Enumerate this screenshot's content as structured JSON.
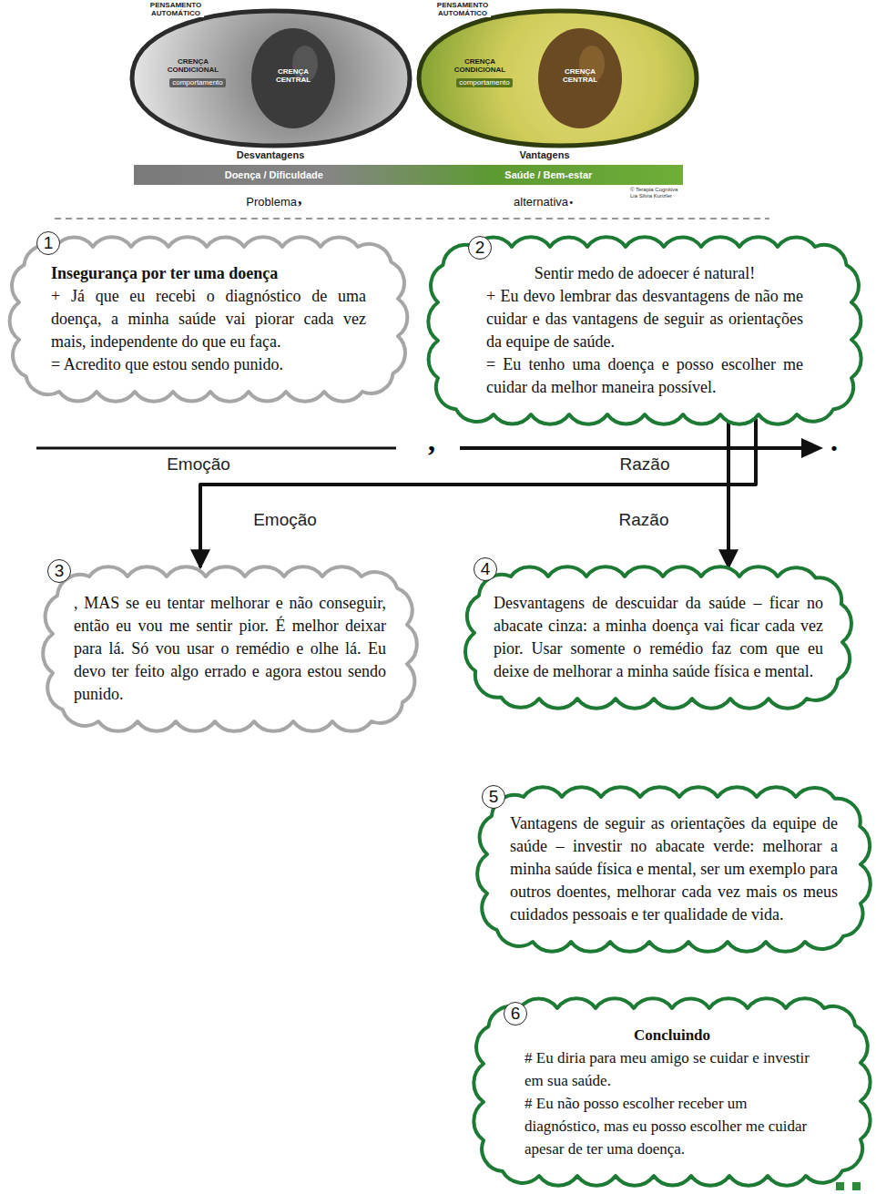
{
  "diagram": {
    "nodes": [
      {
        "text": [
          "Doença / Dificuldade",
          "Saúde / Bem-estar"
        ]
      },
      {
        "text": [
          "Insegurança por ter uma doença",
          "+ Já que eu recebi o diagnóstico de uma doença, a minha saúde vai piorar cada vez mais, independente do que eu faça.",
          "= Acredito que estou sendo punido."
        ]
      },
      {
        "text": [
          "Sentir medo de adoecer é natural!",
          "+ Eu devo lembrar das desvantagens de não me cuidar e das vantagens de seguir as orientações da equipe de saúde.",
          "= Eu tenho uma doença e posso escolher me cuidar da melhor maneira possível."
        ]
      },
      {
        "text": [
          ", MAS se eu tentar melhorar e não conseguir, então eu vou me sentir pior. É melhor deixar para lá. Só vou usar o remédio e olhe lá. Eu devo ter feito algo errado e agora estou sendo punido."
        ]
      },
      {
        "text": [
          "Desvantagens de descuidar da saúde – ficar no abacate cinza: a minha doença vai ficar cada vez pior. Usar somente o remédio faz com que eu deixe de melhorar a minha saúde física e mental."
        ]
      },
      {
        "text": [
          "Vantagens de seguir as orientações da equipe de saúde – investir no abacate verde: melhorar a minha saúde física e mental, ser um exemplo para outros doentes, melhorar cada vez mais os meus cuidados pessoais e ter qualidade de vida."
        ]
      },
      {
        "text": [
          "Concluindo",
          "# Eu diria para meu amigo se cuidar e investir em sua saúde.",
          "# Eu não posso escolher receber um diagnóstico, mas eu posso escolher me cuidar apesar de ter uma doença."
        ]
      }
    ],
    "edges": [
      {
        "from": 2,
        "to": 3,
        "arrow": "to",
        "label": "Emoção"
      },
      {
        "from": 2,
        "to": 4,
        "arrow": "to",
        "label": "Razão"
      }
    ],
    "labels": [
      "PENSAMENTO AUTOMÁTICO",
      "CRENÇA CONDICIONAL",
      "comportamento",
      "CRENÇA CENTRAL",
      "PENSAMENTO AUTOMÁTICO",
      "CRENÇA CONDICIONAL",
      "comportamento",
      "CRENÇA CENTRAL",
      "Desvantagens",
      "Vantagens",
      "© Terapia Cognitiva Lia Silvia Kunzler",
      "Problema",
      ",",
      "alternativa",
      ".",
      "1",
      "2",
      "Emoção",
      ",",
      "Razão",
      ".",
      "3",
      "4",
      "5",
      "6"
    ]
  }
}
